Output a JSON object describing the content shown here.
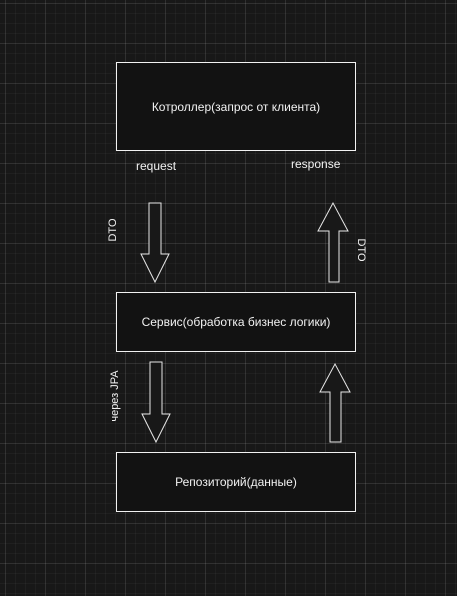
{
  "nodes": {
    "controller": "Котроллер(запрос от клиента)",
    "service": "Сервис(обработка бизнес логики)",
    "repository": "Репозиторий(данные)"
  },
  "edge_labels": {
    "request": "request",
    "response": "response",
    "dto_down": "DTO",
    "dto_up": "DTO",
    "via_jpa": "через JPA"
  },
  "colors": {
    "background": "#181818",
    "node_fill": "#121212",
    "stroke": "#f2f2f2"
  }
}
